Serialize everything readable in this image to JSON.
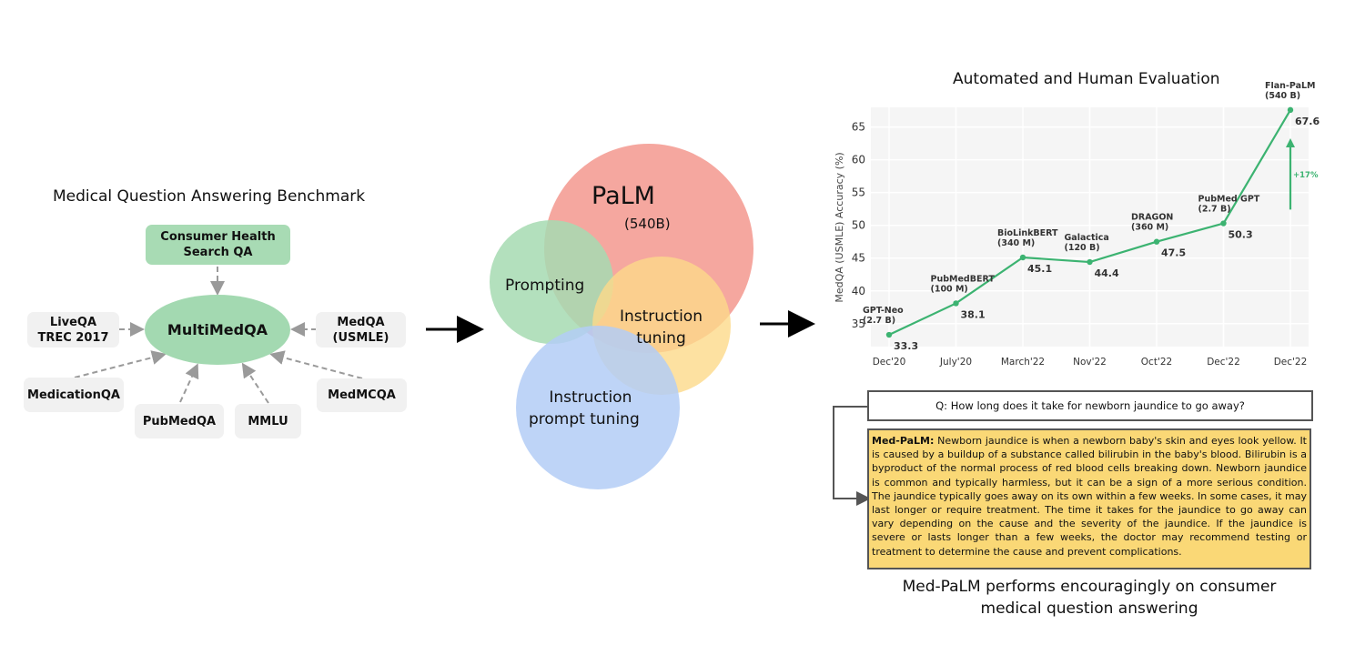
{
  "benchmark": {
    "title": "Medical Question Answering Benchmark",
    "center": "MultiMedQA",
    "sources": {
      "consumer_health": [
        "Consumer Health",
        "Search QA"
      ],
      "liveqa": [
        "LiveQA",
        "TREC 2017"
      ],
      "medqa": [
        "MedQA",
        "(USMLE)"
      ],
      "medicationqa": "MedicationQA",
      "pubmedqa": "PubMedQA",
      "mmlu": "MMLU",
      "medmcqa": "MedMCQA"
    }
  },
  "venn": {
    "palm": "PaLM",
    "palm_size": "(540B)",
    "prompting": "Prompting",
    "instruction_tuning": [
      "Instruction",
      "tuning"
    ],
    "instruction_prompt_tuning": [
      "Instruction",
      "prompt tuning"
    ],
    "colors": {
      "palm": "#f4a29a",
      "prompting": "#a6dab2",
      "instruction_tuning": "#fcd98a",
      "instruction_prompt_tuning": "#b3cdf6"
    }
  },
  "evaluation": {
    "question_prefix": "Q:",
    "question": "How long does it take for newborn jaundice to go away?",
    "answer_prefix": "Med-PaLM:",
    "answer": "Newborn jaundice is when a newborn baby's skin and eyes look yellow. It is caused by a buildup of a substance called bilirubin in the baby's blood. Bilirubin is a byproduct of the normal process of red blood cells breaking down. Newborn jaundice is common and typically harmless, but it can be a sign of a more serious condition. The jaundice typically goes away on its own within a few weeks. In some cases, it may last longer or require treatment. The time it takes for the jaundice to go away can vary depending on the cause and the severity of the jaundice. If the jaundice is severe or lasts longer than a few weeks, the doctor may recommend testing or treatment to determine the cause and prevent complications.",
    "caption": [
      "Med-PaLM performs encouragingly on consumer",
      "medical question answering"
    ]
  },
  "chart_data": {
    "type": "line",
    "title": "Automated and Human Evaluation",
    "xlabel": "",
    "ylabel": "MedQA (USMLE) Accuracy (%)",
    "categories": [
      "Dec'20",
      "July'20",
      "March'22",
      "Nov'22",
      "Oct'22",
      "Dec'22",
      "Dec'22"
    ],
    "models": [
      [
        "GPT-Neo",
        "(2.7 B)"
      ],
      [
        "PubMedBERT",
        "(100 M)"
      ],
      [
        "BioLinkBERT",
        "(340 M)"
      ],
      [
        "Galactica",
        "(120 B)"
      ],
      [
        "DRAGON",
        "(360 M)"
      ],
      [
        "PubMed GPT",
        "(2.7 B)"
      ],
      [
        "Flan-PaLM",
        "(540 B)"
      ]
    ],
    "values": [
      33.3,
      38.1,
      45.1,
      44.4,
      47.5,
      50.3,
      67.6
    ],
    "value_labels": [
      "33.3",
      "38.1",
      "45.1",
      "44.4",
      "47.5",
      "50.3",
      "67.6"
    ],
    "yticks": [
      35,
      40,
      45,
      50,
      55,
      60,
      65
    ],
    "ylim": [
      31.5,
      68
    ],
    "grid": true,
    "annotation": {
      "text": "+17%",
      "from": 52.4,
      "to": 63.0
    },
    "line_color": "#3cb371"
  }
}
